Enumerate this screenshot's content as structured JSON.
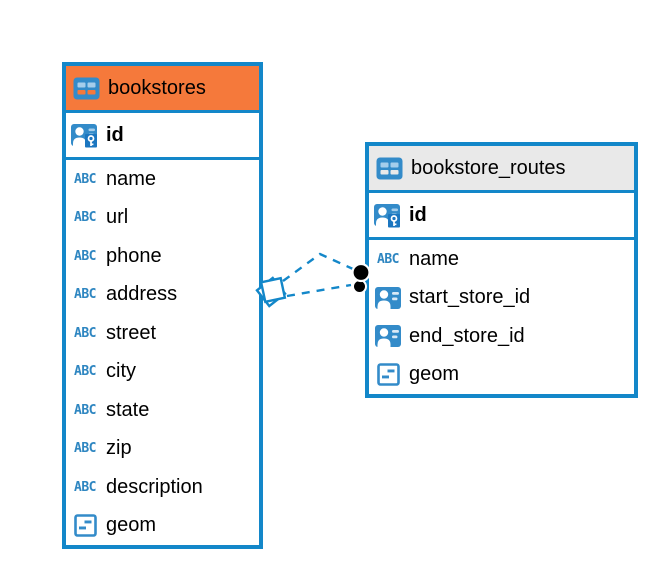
{
  "colors": {
    "table_border_blue": "#1387C9",
    "icon_blue": "#338BC9",
    "icon_light_blue": "#A5CDEB",
    "key_badge_blue": "#1B76C0",
    "bookstores_header_orange": "#F5793B",
    "routes_header_gray": "#E9E9E9",
    "relationship_line_blue": "#1387C9",
    "endpoint_dot_black": "#000000",
    "text_black": "#000000",
    "canvas_white": "#FFFFFF"
  },
  "icons": {
    "table_icon": "table-grid",
    "primary_key_icon": "person-card-with-key",
    "foreign_key_icon": "person-card",
    "text_type_glyph": "ABC",
    "geometry_icon": "box-with-dashes"
  },
  "tables": [
    {
      "title": "bookstores",
      "header_style": "orange",
      "columns": [
        {
          "label": "id",
          "type_icon": "primary-key-icon",
          "primary_key": true
        },
        {
          "label": "name",
          "type_icon": "text-type-icon"
        },
        {
          "label": "url",
          "type_icon": "text-type-icon"
        },
        {
          "label": "phone",
          "type_icon": "text-type-icon"
        },
        {
          "label": "address",
          "type_icon": "text-type-icon"
        },
        {
          "label": "street",
          "type_icon": "text-type-icon"
        },
        {
          "label": "city",
          "type_icon": "text-type-icon"
        },
        {
          "label": "state",
          "type_icon": "text-type-icon"
        },
        {
          "label": "zip",
          "type_icon": "text-type-icon"
        },
        {
          "label": "description",
          "type_icon": "text-type-icon"
        },
        {
          "label": "geom",
          "type_icon": "geometry-icon"
        }
      ]
    },
    {
      "title": "bookstore_routes",
      "header_style": "gray",
      "columns": [
        {
          "label": "id",
          "type_icon": "primary-key-icon",
          "primary_key": true
        },
        {
          "label": "name",
          "type_icon": "text-type-icon"
        },
        {
          "label": "start_store_id",
          "type_icon": "foreign-key-icon"
        },
        {
          "label": "end_store_id",
          "type_icon": "foreign-key-icon"
        },
        {
          "label": "geom",
          "type_icon": "geometry-icon"
        }
      ]
    }
  ],
  "relationships": {
    "between": [
      "bookstores",
      "bookstore_routes"
    ],
    "line_style": "dashed",
    "line_count": 2,
    "end_markers": [
      "diamond",
      "filled-dots"
    ]
  }
}
